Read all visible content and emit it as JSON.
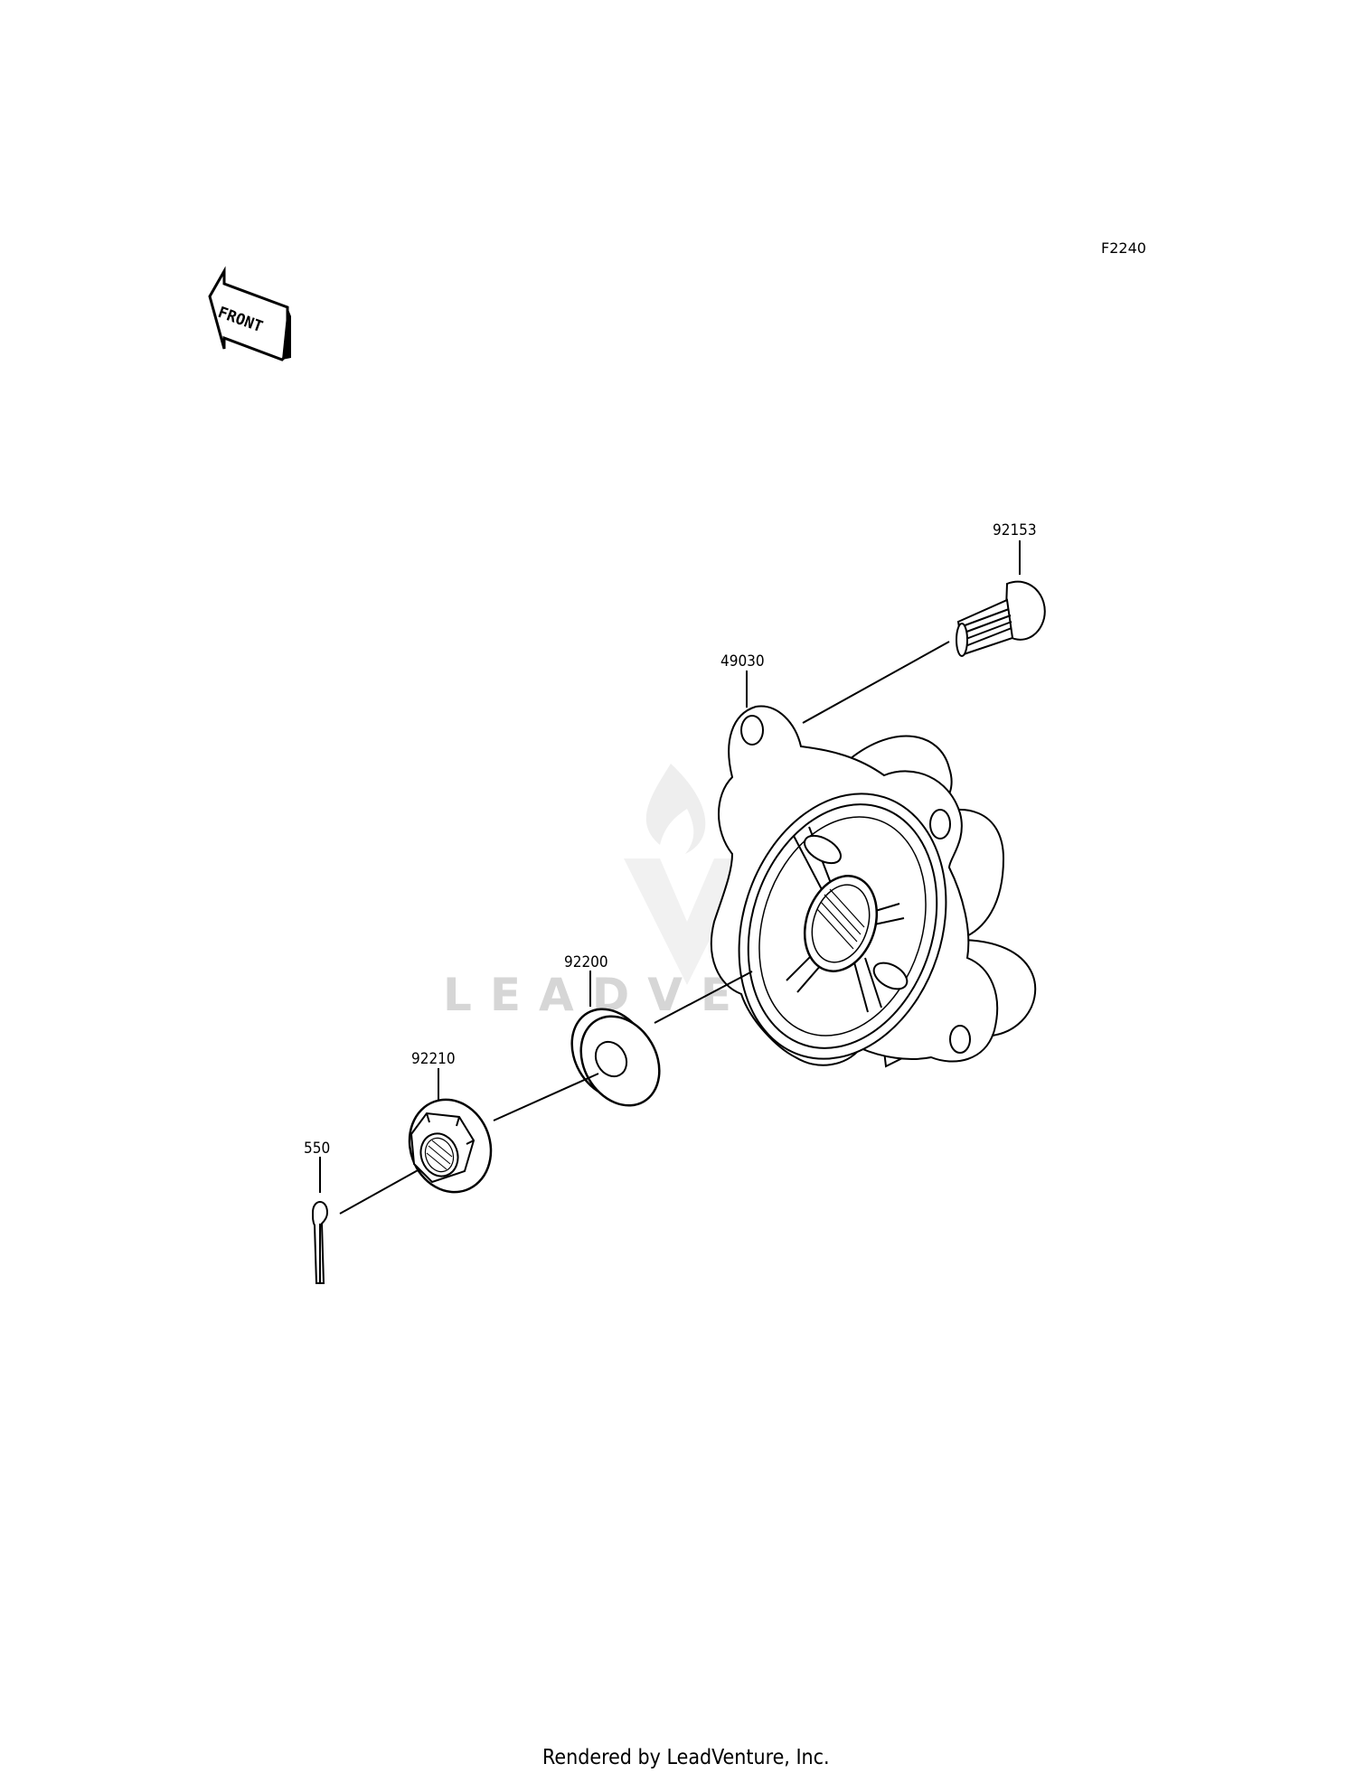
{
  "diagram": {
    "ref_code": "F2240",
    "front_label": "FRONT",
    "watermark": "LEADVENTURE",
    "footer": "Rendered by LeadVenture, Inc.",
    "parts": [
      {
        "number": "92153",
        "name": "stud-bolt"
      },
      {
        "number": "49030",
        "name": "hub"
      },
      {
        "number": "92200",
        "name": "washer"
      },
      {
        "number": "92210",
        "name": "nut"
      },
      {
        "number": "550",
        "name": "cotter-pin"
      }
    ]
  }
}
